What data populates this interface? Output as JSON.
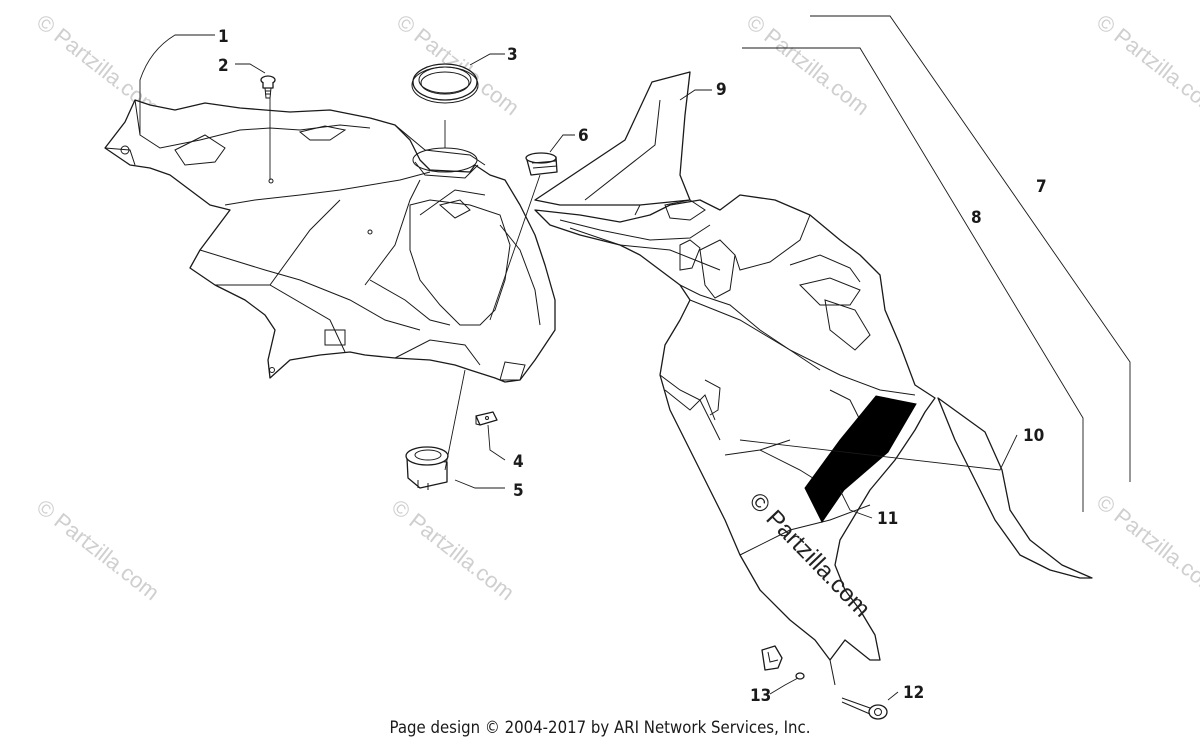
{
  "watermark": {
    "text": "© Partzilla.com",
    "overlay_text": "© Partzilla.com"
  },
  "callouts": {
    "c1": "1",
    "c2": "2",
    "c3": "3",
    "c4": "4",
    "c5": "5",
    "c6": "6",
    "c7": "7",
    "c8": "8",
    "c9": "9",
    "c10": "10",
    "c11": "11",
    "c12": "12",
    "c13": "13"
  },
  "footer": {
    "text": "Page design © 2004-2017 by ARI Network Services, Inc."
  }
}
